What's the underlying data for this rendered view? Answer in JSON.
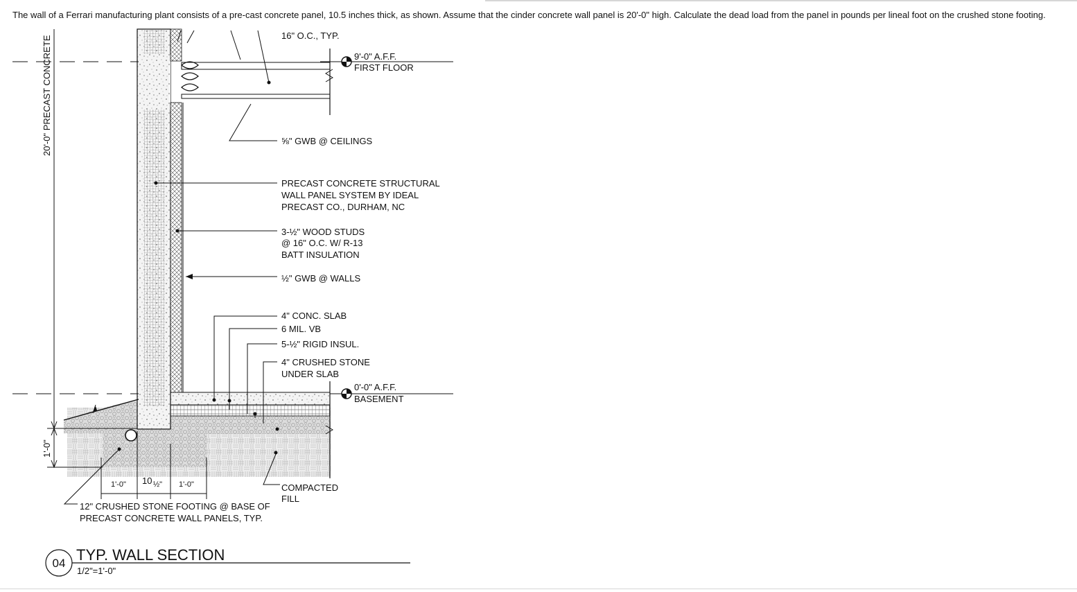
{
  "problem_text": "The wall of a Ferrari manufacturing plant consists of a pre-cast concrete panel, 10.5 inches thick, as shown. Assume that the cinder concrete wall panel is 20'-0\" high. Calculate the dead load from the panel  in pounds per lineal foot on the crushed stone footing.",
  "joist_note": "16\" O.C., TYP.",
  "first_floor": {
    "elevation": "9'-0\" A.F.F.",
    "name": "FIRST FLOOR"
  },
  "basement": {
    "elevation": "0'-0\" A.F.F.",
    "name": "BASEMENT"
  },
  "callouts": {
    "gwb_ceilings": "⅝\" GWB @ CEILINGS",
    "precast_1": "PRECAST CONCRETE STRUCTURAL",
    "precast_2": "WALL PANEL SYSTEM BY IDEAL",
    "precast_3": "PRECAST CO., DURHAM, NC",
    "studs_1": "3-½\" WOOD STUDS",
    "studs_2": "@ 16\" O.C. W/ R-13",
    "studs_3": "BATT INSULATION",
    "gwb_walls": "½\" GWB @ WALLS",
    "slab": "4\" CONC. SLAB",
    "vb": "6 MIL. VB",
    "rigid": "5-½\" RIGID INSUL.",
    "stone_1": "4\" CRUSHED STONE",
    "stone_2": "UNDER SLAB",
    "fill_1": "COMPACTED",
    "fill_2": "FILL",
    "footing_1": "12\" CRUSHED STONE FOOTING @ BASE OF",
    "footing_2": "PRECAST CONCRETE WALL PANELS, TYP."
  },
  "dimensions": {
    "wall_height": "20'-0\" PRECAST CONCRETE",
    "footing_depth": "1'-0\"",
    "left_projection": "1'-0\"",
    "panel_thickness_whole": "10",
    "panel_thickness_fraction": "½\"",
    "right_projection": "1'-0\""
  },
  "title_block": {
    "number": "04",
    "title": "TYP. WALL SECTION",
    "scale": "1/2\"=1'-0\""
  },
  "colors": {
    "line": "#111111",
    "hatch": "#8a8a8a",
    "stone": "#c9c9c9"
  }
}
